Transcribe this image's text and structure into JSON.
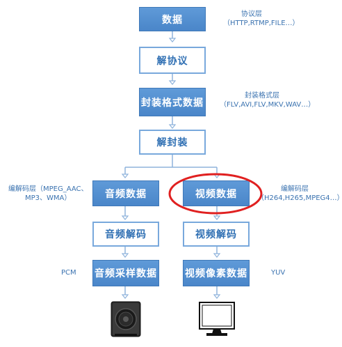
{
  "nodes": {
    "data": "数据",
    "unprotocol": "解协议",
    "container_data": "封装格式数据",
    "demux": "解封装",
    "audio_data": "音频数据",
    "video_data": "视频数据",
    "audio_decode": "音频解码",
    "video_decode": "视频解码",
    "audio_sample": "音频采样数据",
    "video_pixel": "视频像素数据"
  },
  "notes": {
    "protocol_layer": {
      "line1": "协议层",
      "line2": "（HTTP,RTMP,FILE…）"
    },
    "container_layer": {
      "line1": "封装格式层",
      "line2": "（FLV,AVI,FLV,MKV,WAV…）"
    },
    "audio_codec_layer": {
      "line1": "编解码层（MPEG_AAC、",
      "line2": "MP3、WMA）"
    },
    "video_codec_layer": {
      "line1": "编解码层",
      "line2": "（H264,H265,MPEG4…）"
    }
  },
  "outputs": {
    "audio": "PCM",
    "video": "YUV"
  },
  "icons": {
    "audio_device": "speaker-icon",
    "video_device": "monitor-icon"
  },
  "colors": {
    "box_fill": "#4a86c9",
    "box_outline": "#78a8dc",
    "text": "#3b73b0",
    "highlight": "#e02020"
  }
}
